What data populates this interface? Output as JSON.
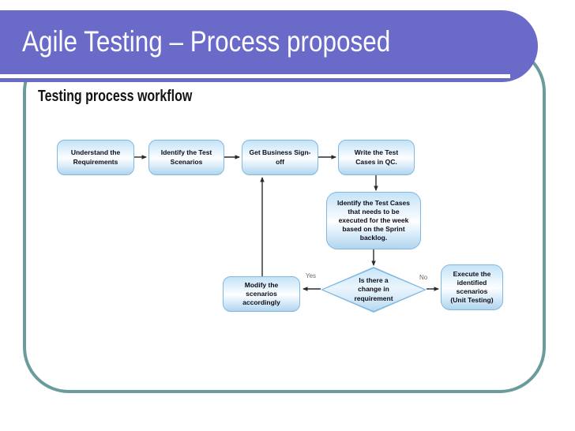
{
  "slide": {
    "title": "Agile Testing – Process proposed",
    "subtitle": "Testing process workflow"
  },
  "flowchart": {
    "nodes": {
      "understand": {
        "label": "Understand the\nRequirements"
      },
      "identify_scenarios": {
        "label": "Identify the Test\nScenarios"
      },
      "signoff": {
        "label": "Get Business Sign-\noff"
      },
      "write_qc": {
        "label": "Write the Test\nCases in QC."
      },
      "identify_cases": {
        "label": "Identify the Test Cases\nthat needs to be\nexecuted for the week\nbased on the Sprint\nbacklog."
      },
      "decision": {
        "label": "Is there a\nchange in\nrequirement"
      },
      "modify": {
        "label": "Modify the\nscenarios\naccordingly"
      },
      "execute": {
        "label": "Execute the\nidentified\nscenarios\n(Unit Testing)"
      }
    },
    "edge_labels": {
      "yes": "Yes",
      "no": "No"
    }
  },
  "colors": {
    "header_bg": "#6a6ac8",
    "frame_border": "#6b9c9c",
    "node_border": "#7fb9e2",
    "arrow": "#2b2b2b"
  }
}
